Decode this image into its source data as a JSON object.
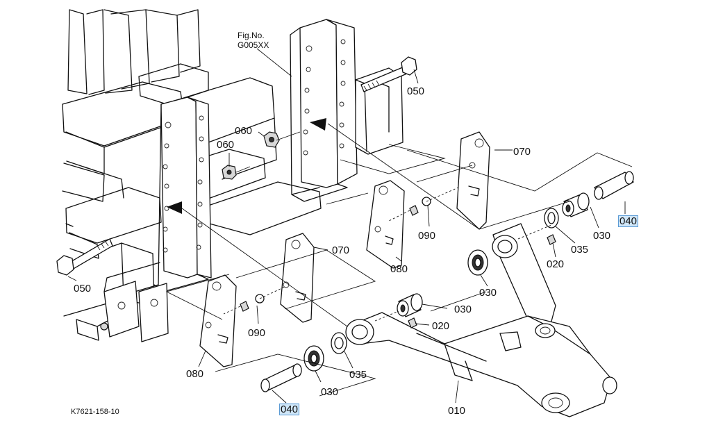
{
  "figure": {
    "line1": "Fig.No.",
    "line2": "G005XX"
  },
  "drawing_code": "K7621-158-10",
  "parts": [
    {
      "key": "p050_top",
      "label": "050",
      "highlight": false
    },
    {
      "key": "p060_top",
      "label": "060",
      "highlight": false
    },
    {
      "key": "p060_mid",
      "label": "060",
      "highlight": false
    },
    {
      "key": "p070_right",
      "label": "070",
      "highlight": false
    },
    {
      "key": "p040_right",
      "label": "040",
      "highlight": true
    },
    {
      "key": "p030_right",
      "label": "030",
      "highlight": false
    },
    {
      "key": "p035_right",
      "label": "035",
      "highlight": false
    },
    {
      "key": "p090_right",
      "label": "090",
      "highlight": false
    },
    {
      "key": "p020_right",
      "label": "020",
      "highlight": false
    },
    {
      "key": "p080_right",
      "label": "080",
      "highlight": false
    },
    {
      "key": "p030_mid",
      "label": "030",
      "highlight": false
    },
    {
      "key": "p070_left",
      "label": "070",
      "highlight": false
    },
    {
      "key": "p050_left",
      "label": "050",
      "highlight": false
    },
    {
      "key": "p030_center",
      "label": "030",
      "highlight": false
    },
    {
      "key": "p020_center",
      "label": "020",
      "highlight": false
    },
    {
      "key": "p090_left",
      "label": "090",
      "highlight": false
    },
    {
      "key": "p080_left",
      "label": "080",
      "highlight": false
    },
    {
      "key": "p035_left",
      "label": "035",
      "highlight": false
    },
    {
      "key": "p030_bottom",
      "label": "030",
      "highlight": false
    },
    {
      "key": "p010",
      "label": "010",
      "highlight": false
    },
    {
      "key": "p040_bottom",
      "label": "040",
      "highlight": true
    }
  ],
  "colors": {
    "line": "#111111",
    "highlight_bg": "#cfe6f8",
    "highlight_border": "#5b9bd5"
  }
}
